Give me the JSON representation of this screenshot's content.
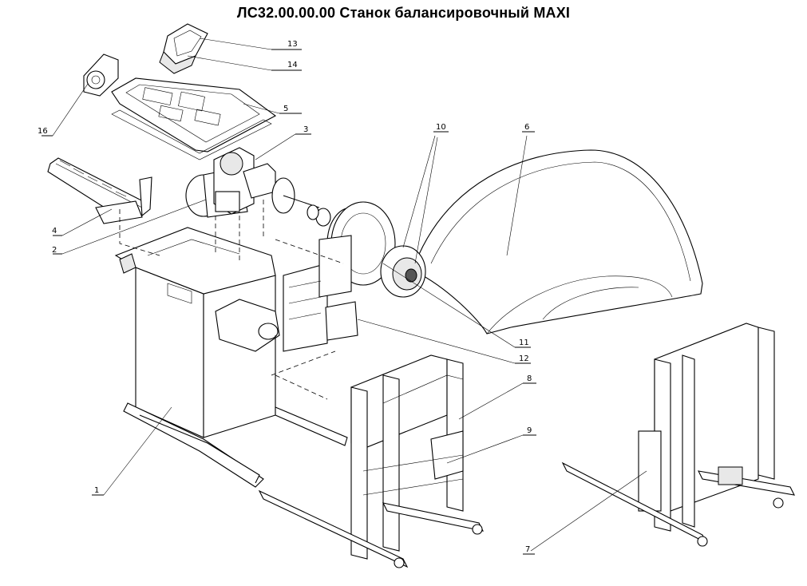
{
  "title": "ЛС32.00.00.00 Станок балансировочный MAXI",
  "callouts": [
    {
      "id": "c1",
      "label": "1"
    },
    {
      "id": "c2",
      "label": "2"
    },
    {
      "id": "c3",
      "label": "3"
    },
    {
      "id": "c4",
      "label": "4"
    },
    {
      "id": "c5",
      "label": "5"
    },
    {
      "id": "c6",
      "label": "6"
    },
    {
      "id": "c7",
      "label": "7"
    },
    {
      "id": "c8",
      "label": "8"
    },
    {
      "id": "c9",
      "label": "9"
    },
    {
      "id": "c10",
      "label": "10"
    },
    {
      "id": "c11",
      "label": "11"
    },
    {
      "id": "c12",
      "label": "12"
    },
    {
      "id": "c13",
      "label": "13"
    },
    {
      "id": "c14",
      "label": "14"
    },
    {
      "id": "c16",
      "label": "16"
    }
  ]
}
